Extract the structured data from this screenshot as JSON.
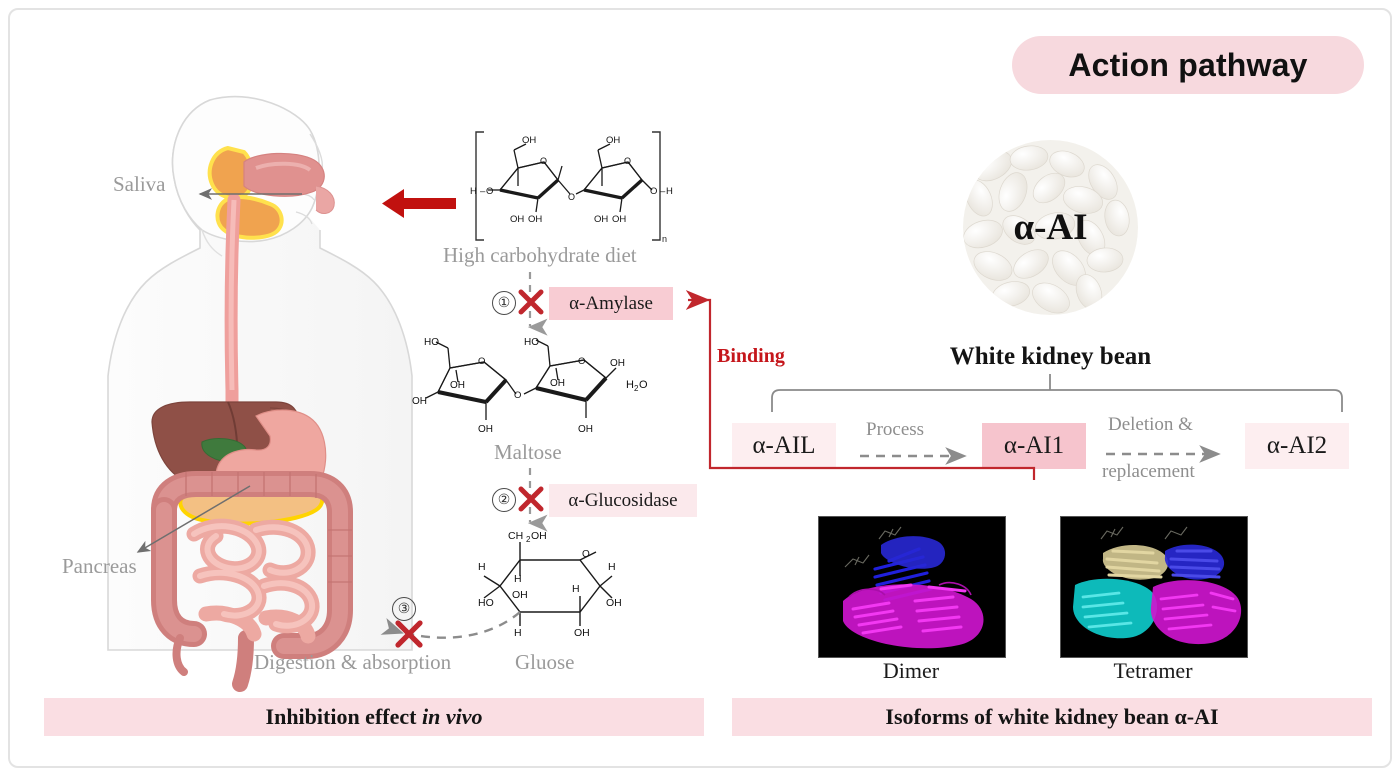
{
  "figure": {
    "title": "Action pathway",
    "border_color": "#e3e3e3",
    "accent_pink": "#f7d9de",
    "accent_red": "#c5161b"
  },
  "banners": {
    "left": {
      "text_plain": "Inhibition effect in vivo",
      "text_main": "Inhibition effect ",
      "text_italic": "in vivo"
    },
    "right": {
      "text": "Isoforms of white kidney bean α-AI"
    }
  },
  "left_panel": {
    "body_labels": {
      "saliva": "Saliva",
      "pancreas": "Pancreas"
    },
    "molecules": [
      {
        "name": "High carbohydrate diet",
        "caption": "High carbohydrate diet",
        "subscript": "n",
        "atoms": [
          "OH",
          "OH",
          "O",
          "O",
          "O",
          "OH",
          "OH",
          "OH",
          "OH",
          "H−O",
          "O−H"
        ]
      },
      {
        "name": "Maltose",
        "caption": "Maltose",
        "water": "H₂O",
        "atoms": [
          "HO",
          "HO",
          "O",
          "O",
          "O",
          "OH",
          "OH",
          "OH",
          "OH",
          "OH",
          "OH"
        ]
      },
      {
        "name": "Gluose",
        "caption": "Gluose",
        "atoms": [
          "CH₂OH",
          "O",
          "H",
          "H",
          "H",
          "H",
          "OH",
          "OH",
          "OH",
          "HO"
        ]
      }
    ],
    "steps": [
      {
        "number": "①",
        "enzyme": "α-Amylase",
        "blocked": true,
        "highlight": "#f8ccd3"
      },
      {
        "number": "②",
        "enzyme": "α-Glucosidase",
        "blocked": true,
        "highlight": "#fbe9ec"
      },
      {
        "number": "③",
        "enzyme": "Digestion & absorption",
        "blocked": true,
        "highlight": "none"
      }
    ],
    "bottom_process_label": "Digestion & absorption",
    "intake_arrow": "red-left-arrow"
  },
  "right_panel": {
    "source": {
      "label": "α-AI",
      "caption": "White kidney bean"
    },
    "binding_label": "Binding",
    "isoforms": [
      {
        "id": "alpha-AIL",
        "label": "α-AIL",
        "highlight": "#fdeef0"
      },
      {
        "id": "alpha-AI1",
        "label": "α-AI1",
        "highlight": "#f6c4cd"
      },
      {
        "id": "alpha-AI2",
        "label": "α-AI2",
        "highlight": "#fdeef0"
      }
    ],
    "transitions": [
      {
        "from": "α-AIL",
        "to": "α-AI1",
        "label": "Process"
      },
      {
        "from": "α-AI1",
        "to": "α-AI2",
        "label_line1": "Deletion &",
        "label_line2": "replacement"
      }
    ],
    "structures": [
      {
        "caption": "Dimer",
        "chains": [
          "blue",
          "magenta"
        ]
      },
      {
        "caption": "Tetramer",
        "chains": [
          "blue",
          "magenta",
          "cyan",
          "tan"
        ]
      }
    ]
  }
}
